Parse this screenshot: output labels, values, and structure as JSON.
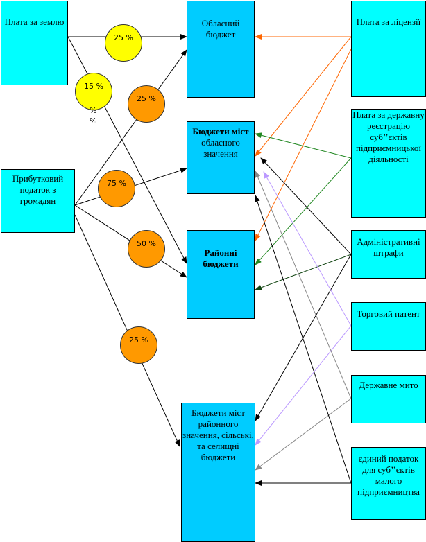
{
  "sources": {
    "land_fee": "Плата за землю",
    "income_tax": "Прибутковий податок з громадян",
    "license_fee": "Плата за ліцензії",
    "registration_fee": "Плата за державну реєстрацію суб’’єктів підприємницької діяльності",
    "admin_fines": "Адміністративні штрафи",
    "trade_patent": "Торговий патент",
    "state_duty": "Державне мито",
    "single_tax": "єдиний податок для суб’’єктів малого підприємництва"
  },
  "budgets": {
    "oblast": "Обласний бюджет",
    "city_oblast_bold": "Бюджети міст",
    "city_oblast_rest": "обласного значення",
    "district": "Районні бюджети",
    "local": "Бюджети міст районного значення, сільські, та селищні бюджети"
  },
  "shares": {
    "land_to_oblast": "25 %",
    "land_to_district": "15 %",
    "land_to_district_extra": "%",
    "income_to_oblast": "25 %",
    "income_to_city": "75 %",
    "income_to_district": "50 %",
    "income_to_local": "25 %"
  },
  "colors": {
    "source_box": "#00ffff",
    "budget_box": "#00ccff",
    "land_share": "#ffff00",
    "income_share": "#ff9900",
    "license_arrows": "#ff6600",
    "registration_arrows": "#228822",
    "fines_arrows": "#000000",
    "patent_arrows": "#bb99ff",
    "duty_arrows": "#888888",
    "single_tax_arrows": "#000000"
  }
}
